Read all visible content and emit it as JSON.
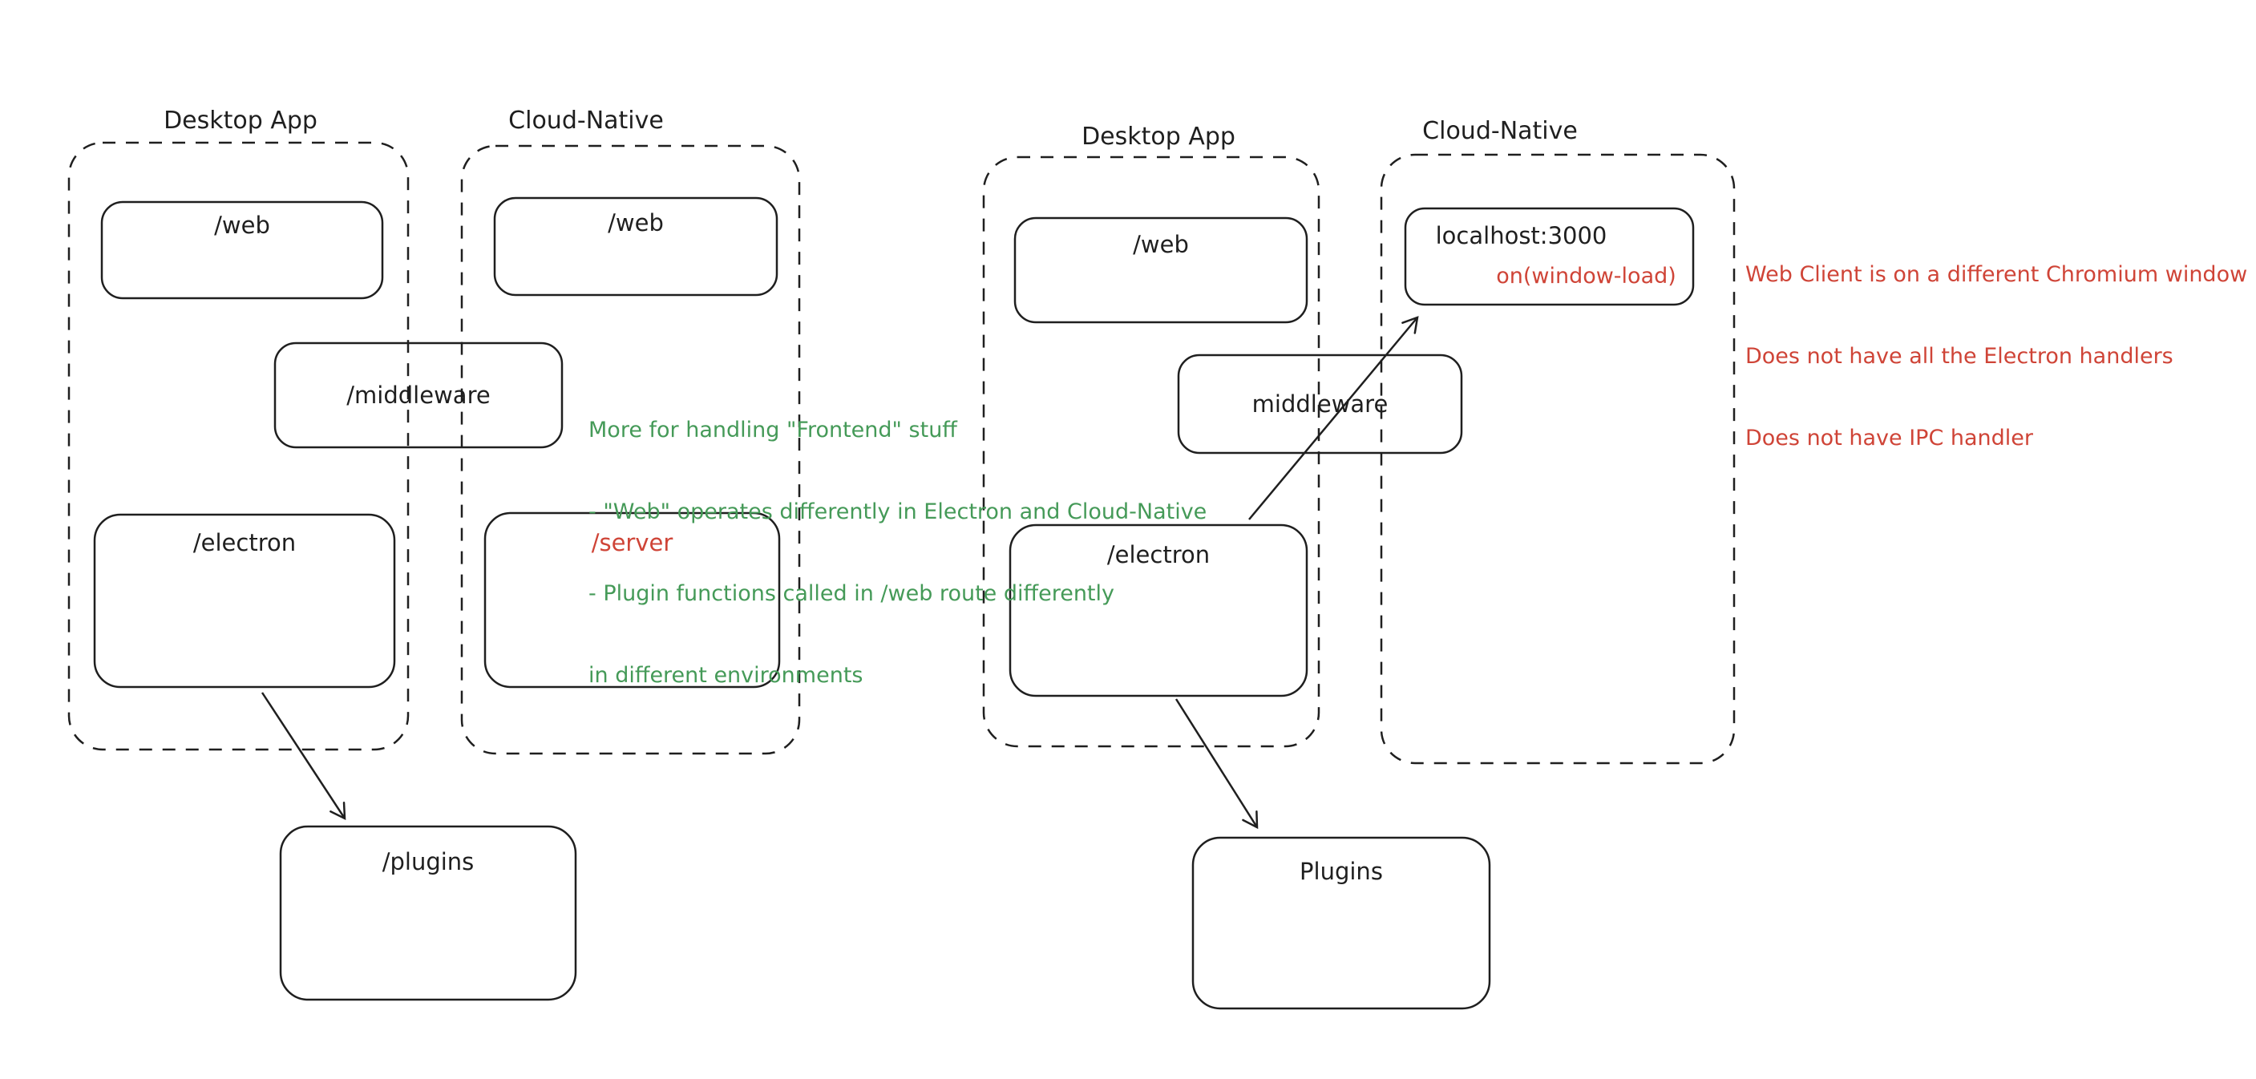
{
  "diagram_type": "hand-drawn architecture sketch, two side-by-side diagrams",
  "colors": {
    "background": "#ffffff",
    "ink": "#1f1f1f",
    "green_note": "#459a58",
    "red_accent": "#cf4437"
  },
  "left_diagram": {
    "desktop_group_label": "Desktop App",
    "cloud_group_label": "Cloud-Native",
    "desktop_web_box_label": "/web",
    "cloud_web_box_label": "/web",
    "middleware_box_label": "/middleware",
    "electron_box_label": "/electron",
    "server_box_label": "/server",
    "plugins_box_label": "/plugins",
    "green_note_lines": [
      "More for handling \"Frontend\" stuff",
      "- \"Web\" operates differently in Electron and Cloud-Native",
      "- Plugin functions called in /web route differently",
      "in different environments"
    ]
  },
  "right_diagram": {
    "desktop_group_label": "Desktop App",
    "cloud_group_label": "Cloud-Native",
    "web_box_label": "/web",
    "localhost_box_label": "localhost:3000",
    "localhost_box_sublabel": "on(window-load)",
    "middleware_box_label": "middleware",
    "electron_box_label": "/electron",
    "plugins_box_label": "Plugins",
    "red_note_lines": [
      "Web Client is on a different Chromium window",
      "Does not have all the Electron handlers",
      "Does not have IPC handler"
    ]
  }
}
